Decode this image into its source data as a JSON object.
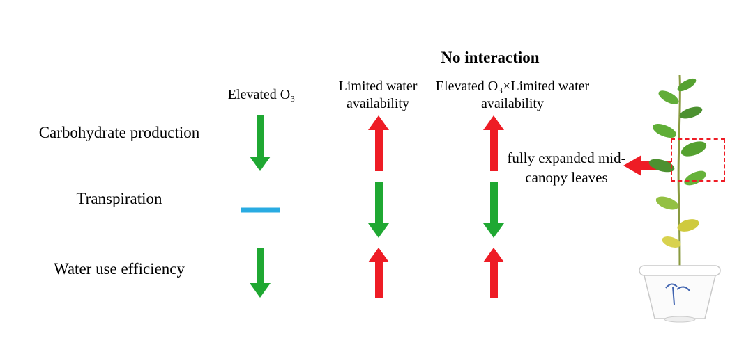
{
  "title": "No interaction",
  "columns": [
    {
      "label": "Elevated O₃"
    },
    {
      "label": "Limited water availability"
    },
    {
      "label": "Elevated O₃×Limited water availability"
    }
  ],
  "rows": [
    {
      "label": "Carbohydrate production",
      "effects": [
        "decrease",
        "increase",
        "increase"
      ]
    },
    {
      "label": "Transpiration",
      "effects": [
        "no-change",
        "decrease",
        "decrease"
      ]
    },
    {
      "label": "Water use efficiency",
      "effects": [
        "decrease",
        "increase",
        "increase"
      ]
    }
  ],
  "annotation": {
    "label": "fully expanded mid-canopy leaves"
  },
  "colors": {
    "increase": "#EE1C25",
    "decrease": "#1FA832",
    "no_change": "#29ABE2"
  }
}
